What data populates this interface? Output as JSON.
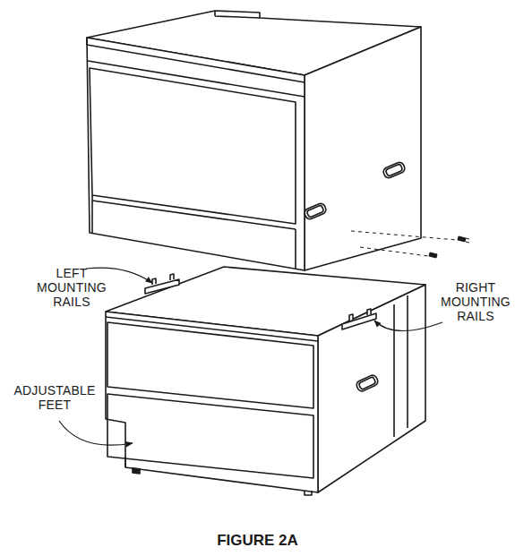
{
  "diagram": {
    "caption": "FIGURE 2A",
    "labels": [
      "LEFT MOUNTING RAILS",
      "RIGHT MOUNTING RAILS",
      "ADJUSTABLE FEET"
    ]
  }
}
